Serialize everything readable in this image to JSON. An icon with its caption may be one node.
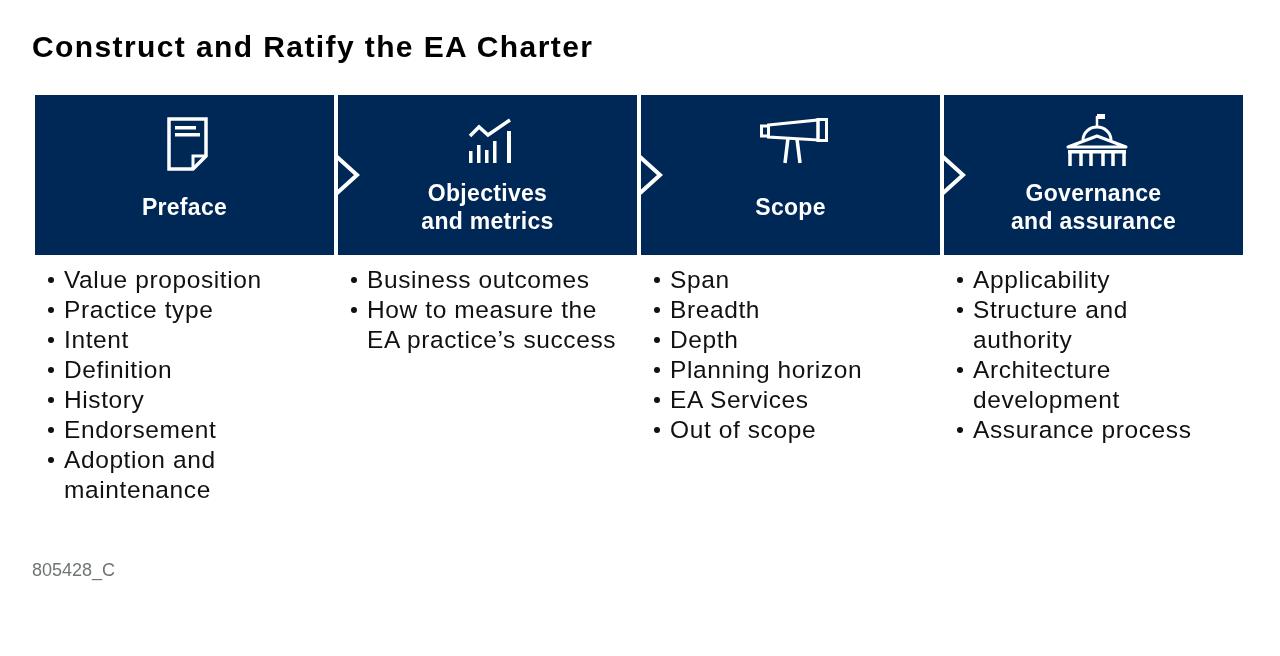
{
  "diagram": {
    "title": "Construct and Ratify the EA Charter",
    "nodes": [
      {
        "text": [
          "Preface"
        ],
        "beside": [
          "Value proposition",
          "Practice type",
          "Intent",
          "Definition",
          "History",
          "Endorsement",
          "Adoption and maintenance"
        ]
      },
      {
        "text": [
          "Objectives and metrics"
        ],
        "beside": [
          "Business outcomes",
          "How to measure the EA practice’s success"
        ]
      },
      {
        "text": [
          "Scope"
        ],
        "beside": [
          "Span",
          "Breadth",
          "Depth",
          "Planning horizon",
          "EA Services",
          "Out of scope"
        ]
      },
      {
        "text": [
          "Governance and assurance"
        ],
        "beside": [
          "Applicability",
          "Structure and authority",
          "Architecture development",
          "Assurance process"
        ]
      }
    ],
    "edges": [
      {
        "from": 0,
        "to": 1,
        "arrow": "to"
      },
      {
        "from": 1,
        "to": 2,
        "arrow": "to"
      },
      {
        "from": 2,
        "to": 3,
        "arrow": "to"
      }
    ],
    "labels": [
      "805428_C"
    ]
  }
}
